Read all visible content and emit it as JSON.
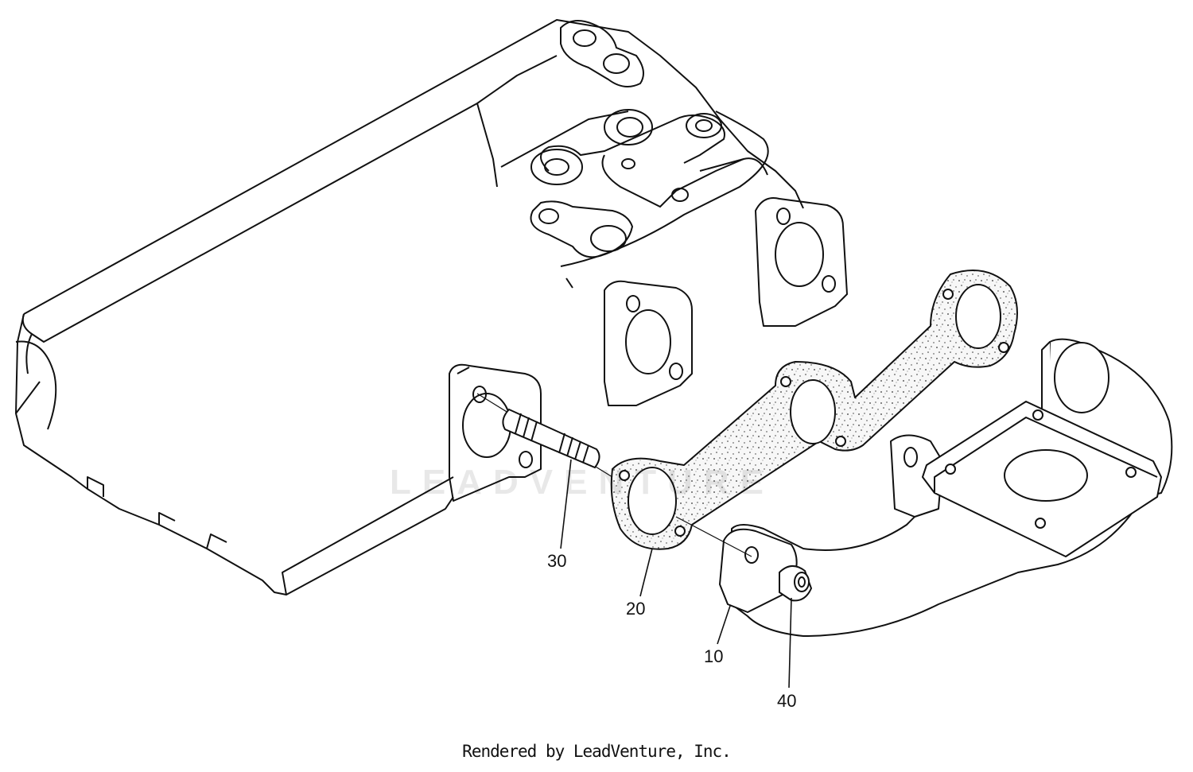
{
  "callouts": {
    "c10": "10",
    "c20": "20",
    "c30": "30",
    "c40": "40"
  },
  "watermark": "LEADVENTURE",
  "footer": "Rendered by LeadVenture, Inc.",
  "colors": {
    "line": "#111111",
    "gasket_fill": "#f4f4f4"
  }
}
